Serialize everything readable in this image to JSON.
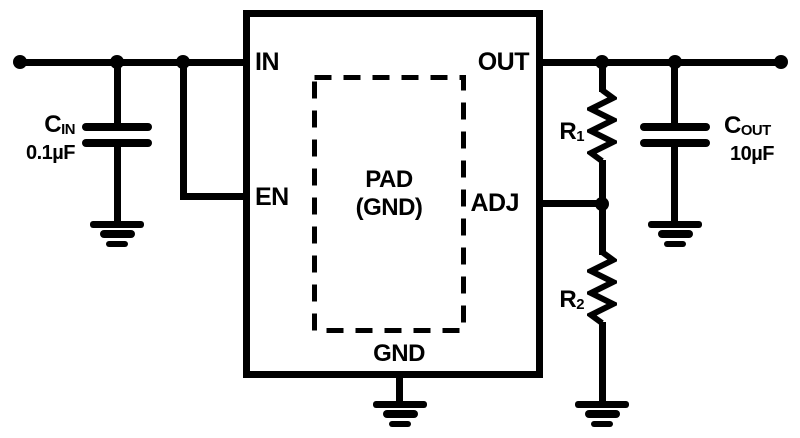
{
  "diagram": {
    "title": "adjustable-ldo-regulator-typical-application",
    "ic": {
      "pins": {
        "in": "IN",
        "en": "EN",
        "out": "OUT",
        "adj": "ADJ",
        "gnd": "GND"
      },
      "pad_line1": "PAD",
      "pad_line2": "(GND)"
    },
    "components": {
      "cin": {
        "name": "C",
        "sub": "IN",
        "value": "0.1µF"
      },
      "cout": {
        "name": "C",
        "sub": "OUT",
        "value": "10µF"
      },
      "r1": {
        "name": "R",
        "sub": "1"
      },
      "r2": {
        "name": "R",
        "sub": "2"
      }
    },
    "colors": {
      "line": "#000000",
      "background": "#ffffff",
      "text": "#000000"
    }
  }
}
